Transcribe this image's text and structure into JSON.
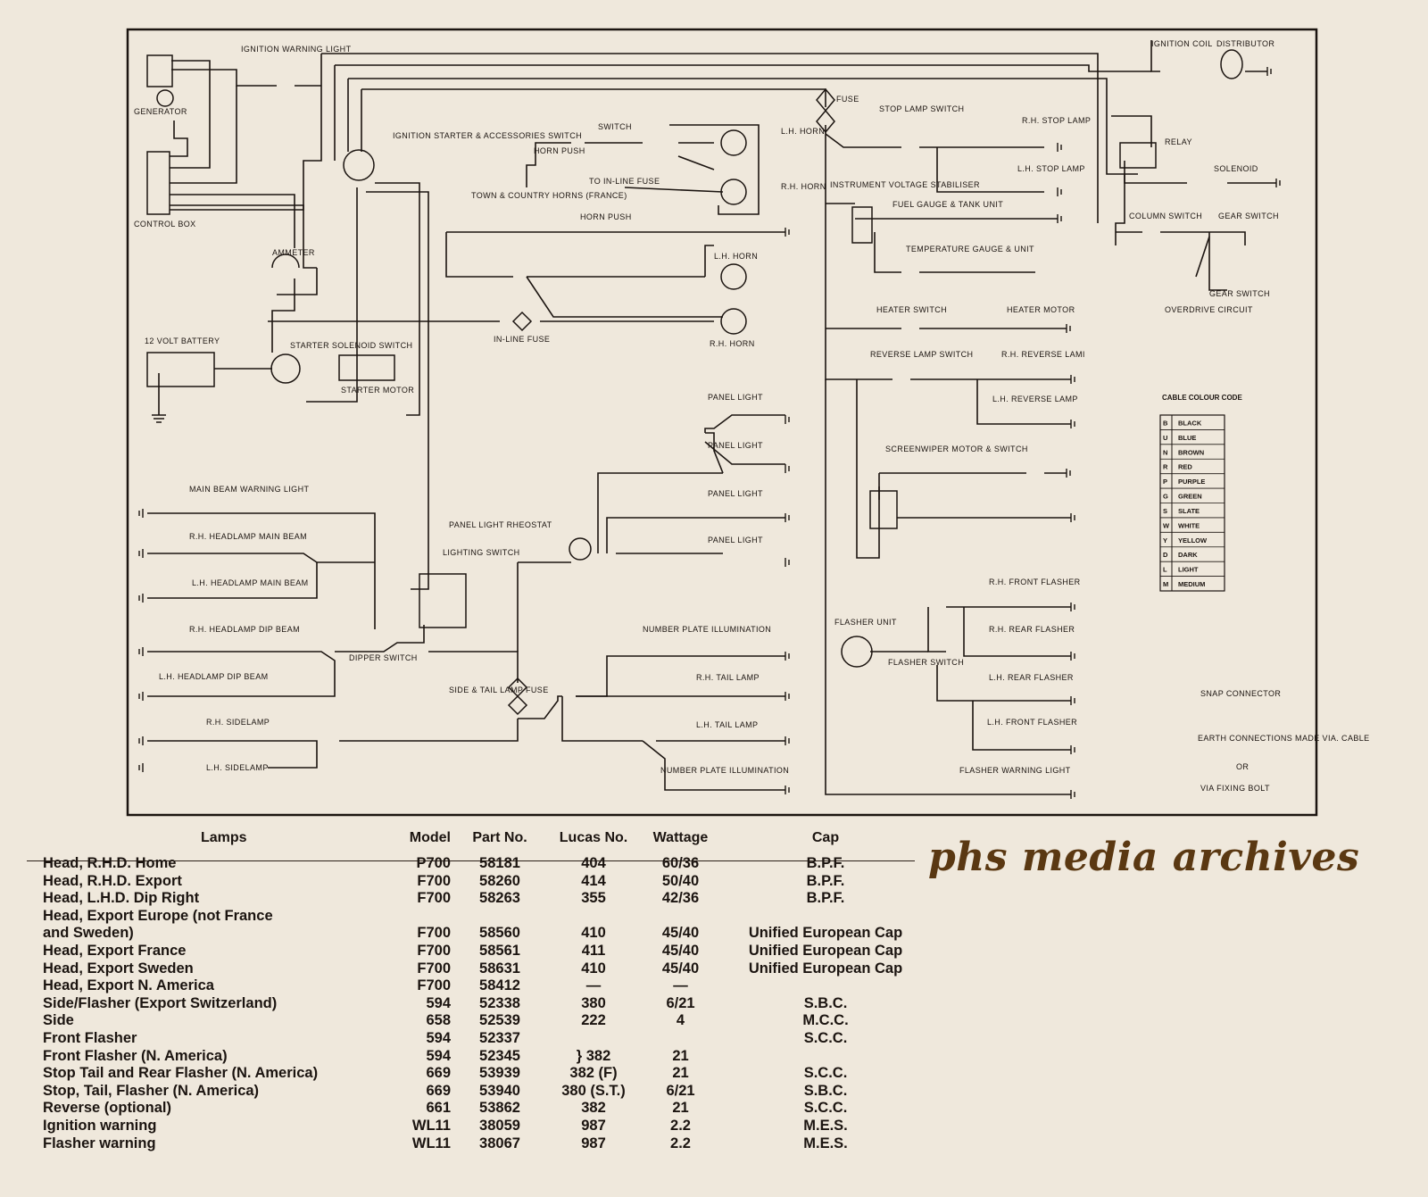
{
  "labels": {
    "ignition_warning_light": "IGNITION WARNING LIGHT",
    "generator": "GENERATOR",
    "control_box": "CONTROL BOX",
    "ign_switch": "IGNITION STARTER & ACCESSORIES SWITCH",
    "switch": "SWITCH",
    "horn_push_1": "HORN PUSH",
    "to_inline_fuse": "TO IN-LINE FUSE",
    "town_country": "TOWN & COUNTRY HORNS (FRANCE)",
    "lh_horn_1": "L.H. HORN",
    "rh_horn_1": "R.H. HORN",
    "horn_push_2": "HORN PUSH",
    "lh_horn_2": "L.H. HORN",
    "rh_horn_2": "R.H. HORN",
    "inline_fuse": "IN-LINE FUSE",
    "ammeter": "AMMETER",
    "battery": "12 VOLT BATTERY",
    "starter_solenoid": "STARTER SOLENOID SWITCH",
    "starter_motor": "STARTER MOTOR",
    "ignition_coil": "IGNITION COIL",
    "distributor": "DISTRIBUTOR",
    "fuse": "FUSE",
    "stop_lamp_switch": "STOP LAMP SWITCH",
    "rh_stop_lamp": "R.H. STOP LAMP",
    "lh_stop_lamp": "L.H. STOP LAMP",
    "relay": "RELAY",
    "solenoid": "SOLENOID",
    "instrument_stabiliser": "INSTRUMENT VOLTAGE STABILISER",
    "fuel_gauge": "FUEL GAUGE & TANK UNIT",
    "temp_gauge": "TEMPERATURE GAUGE & UNIT",
    "column_switch": "COLUMN SWITCH",
    "gear_switch_1": "GEAR SWITCH",
    "gear_switch_2": "GEAR SWITCH",
    "overdrive": "OVERDRIVE CIRCUIT",
    "heater_switch": "HEATER SWITCH",
    "heater_motor": "HEATER MOTOR",
    "reverse_switch": "REVERSE LAMP SWITCH",
    "rh_reverse": "R.H. REVERSE LAMI",
    "lh_reverse": "L.H. REVERSE LAMP",
    "panel_light_1": "PANEL LIGHT",
    "panel_light_2": "PANEL LIGHT",
    "panel_light_3": "PANEL LIGHT",
    "panel_light_4": "PANEL LIGHT",
    "screenwiper": "SCREENWIPER MOTOR & SWITCH",
    "panel_rheostat": "PANEL LIGHT RHEOSTAT",
    "lighting_switch": "LIGHTING SWITCH",
    "main_beam_warning": "MAIN BEAM WARNING LIGHT",
    "rh_main": "R.H. HEADLAMP MAIN BEAM",
    "lh_main": "L.H. HEADLAMP MAIN BEAM",
    "rh_dip": "R.H. HEADLAMP DIP BEAM",
    "lh_dip": "L.H. HEADLAMP DIP BEAM",
    "dipper": "DIPPER SWITCH",
    "rh_side": "R.H. SIDELAMP",
    "lh_side": "L.H. SIDELAMP",
    "side_tail_fuse": "SIDE & TAIL LAMP FUSE",
    "number_plate_1": "NUMBER PLATE ILLUMINATION",
    "rh_tail": "R.H. TAIL LAMP",
    "lh_tail": "L.H. TAIL LAMP",
    "number_plate_2": "NUMBER PLATE ILLUMINATION",
    "rh_front_flasher": "R.H. FRONT FLASHER",
    "rh_rear_flasher": "R.H. REAR FLASHER",
    "lh_rear_flasher": "L.H. REAR FLASHER",
    "lh_front_flasher": "L.H. FRONT FLASHER",
    "flasher_unit": "FLASHER UNIT",
    "flasher_switch": "FLASHER SWITCH",
    "flasher_warning": "FLASHER WARNING LIGHT",
    "snap_connector": "SNAP CONNECTOR",
    "earth_cable": "EARTH CONNECTIONS MADE VIA. CABLE",
    "or": "OR",
    "via_bolt": "VIA FIXING BOLT"
  },
  "cable_colour_code": {
    "title": "CABLE COLOUR CODE",
    "rows": [
      {
        "code": "B",
        "name": "BLACK"
      },
      {
        "code": "U",
        "name": "BLUE"
      },
      {
        "code": "N",
        "name": "BROWN"
      },
      {
        "code": "R",
        "name": "RED"
      },
      {
        "code": "P",
        "name": "PURPLE"
      },
      {
        "code": "G",
        "name": "GREEN"
      },
      {
        "code": "S",
        "name": "SLATE"
      },
      {
        "code": "W",
        "name": "WHITE"
      },
      {
        "code": "Y",
        "name": "YELLOW"
      },
      {
        "code": "D",
        "name": "DARK"
      },
      {
        "code": "L",
        "name": "LIGHT"
      },
      {
        "code": "M",
        "name": "MEDIUM"
      }
    ]
  },
  "table": {
    "headers": [
      "Lamps",
      "Model",
      "Part No.",
      "Lucas No.",
      "Wattage",
      "Cap"
    ],
    "rows": [
      [
        "Head, R.H.D. Home",
        "P700",
        "58181",
        "404",
        "60/36",
        "B.P.F."
      ],
      [
        "Head, R.H.D. Export",
        "F700",
        "58260",
        "414",
        "50/40",
        "B.P.F."
      ],
      [
        "Head, L.H.D. Dip Right",
        "F700",
        "58263",
        "355",
        "42/36",
        "B.P.F."
      ],
      [
        "Head, Export Europe (not France",
        "",
        "",
        "",
        "",
        ""
      ],
      [
        "and Sweden)",
        "F700",
        "58560",
        "410",
        "45/40",
        "Unified European Cap"
      ],
      [
        "Head, Export France",
        "F700",
        "58561",
        "411",
        "45/40",
        "Unified European Cap"
      ],
      [
        "Head, Export Sweden",
        "F700",
        "58631",
        "410",
        "45/40",
        "Unified European Cap"
      ],
      [
        "Head, Export N. America",
        "F700",
        "58412",
        "—",
        "—",
        ""
      ],
      [
        "Side/Flasher (Export Switzerland)",
        "594",
        "52338",
        "380",
        "6/21",
        "S.B.C."
      ],
      [
        "Side",
        "658",
        "52539",
        "222",
        "4",
        "M.C.C."
      ],
      [
        "Front Flasher",
        "594",
        "52337",
        "",
        "",
        "S.C.C."
      ],
      [
        "Front Flasher (N. America)",
        "594",
        "52345",
        "} 382",
        "21",
        ""
      ],
      [
        "Stop Tail and Rear Flasher (N. America)",
        "669",
        "53939",
        "382 (F)",
        "21",
        "S.C.C."
      ],
      [
        "Stop, Tail, Flasher (N. America)",
        "669",
        "53940",
        "380 (S.T.)",
        "6/21",
        "S.B.C."
      ],
      [
        "Reverse (optional)",
        "661",
        "53862",
        "382",
        "21",
        "S.C.C."
      ],
      [
        "Ignition warning",
        "WL11",
        "38059",
        "987",
        "2.2",
        "M.E.S."
      ],
      [
        "Flasher warning",
        "WL11",
        "38067",
        "987",
        "2.2",
        "M.E.S."
      ]
    ]
  },
  "watermark": "phs media archives"
}
